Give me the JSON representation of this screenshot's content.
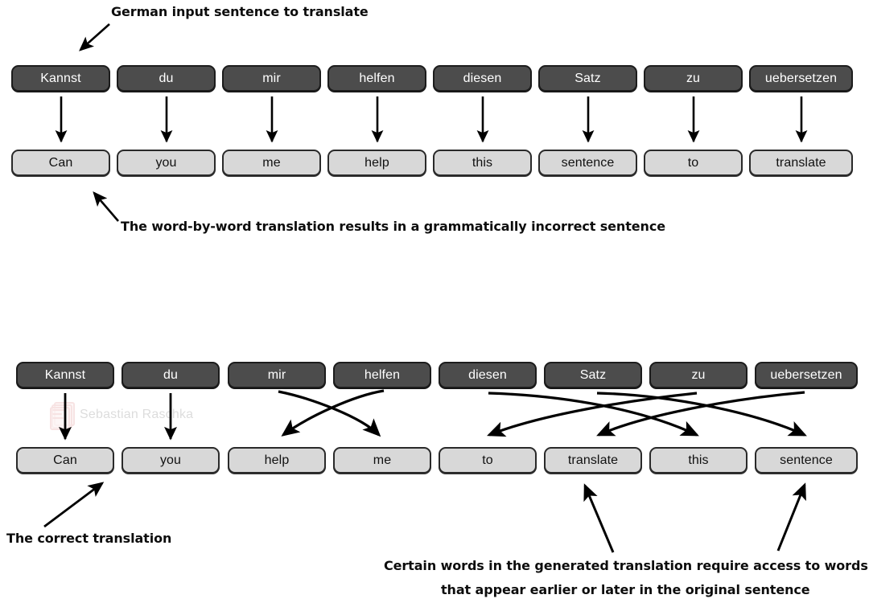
{
  "figure": {
    "title_note": "German input sentence to translate",
    "note_naive": "The word-by-word translation results in a grammatically incorrect sentence",
    "note_correct": "The correct translation",
    "note_access_line1": "Certain words in the generated translation require access to words",
    "note_access_line2": "that appear earlier or later in the original sentence",
    "watermark": "Sebastian Raschka"
  },
  "colors": {
    "source_box_fill": "#4c4c4c",
    "source_box_border": "#1c1c1c",
    "source_box_text": "#ffffff",
    "target_box_fill": "#d8d8d8",
    "target_box_border": "#2a2a2a",
    "target_box_text": "#111111",
    "arrow": "#000000",
    "caption": "#0d0d0d",
    "watermark_logo": "#e8a6a6",
    "background": "#ffffff"
  },
  "panel_top": {
    "source_row": {
      "label": "german-source-tokens",
      "tokens": [
        "Kannst",
        "du",
        "mir",
        "helfen",
        "diesen",
        "Satz",
        "zu",
        "uebersetzen"
      ]
    },
    "target_row": {
      "label": "word-by-word-english-tokens",
      "tokens": [
        "Can",
        "you",
        "me",
        "help",
        "this",
        "sentence",
        "to",
        "translate"
      ]
    },
    "alignment": [
      {
        "from": "Kannst",
        "to": "Can"
      },
      {
        "from": "du",
        "to": "you"
      },
      {
        "from": "mir",
        "to": "me"
      },
      {
        "from": "helfen",
        "to": "help"
      },
      {
        "from": "diesen",
        "to": "this"
      },
      {
        "from": "Satz",
        "to": "sentence"
      },
      {
        "from": "zu",
        "to": "to"
      },
      {
        "from": "uebersetzen",
        "to": "translate"
      }
    ]
  },
  "panel_bottom": {
    "source_row": {
      "label": "german-source-tokens",
      "tokens": [
        "Kannst",
        "du",
        "mir",
        "helfen",
        "diesen",
        "Satz",
        "zu",
        "uebersetzen"
      ]
    },
    "target_row": {
      "label": "correct-english-tokens",
      "tokens": [
        "Can",
        "you",
        "help",
        "me",
        "to",
        "translate",
        "this",
        "sentence"
      ]
    },
    "alignment": [
      {
        "from": "Kannst",
        "to": "Can"
      },
      {
        "from": "du",
        "to": "you"
      },
      {
        "from": "mir",
        "to": "me"
      },
      {
        "from": "helfen",
        "to": "help"
      },
      {
        "from": "diesen",
        "to": "this"
      },
      {
        "from": "Satz",
        "to": "sentence"
      },
      {
        "from": "zu",
        "to": "to"
      },
      {
        "from": "uebersetzen",
        "to": "translate"
      }
    ]
  }
}
